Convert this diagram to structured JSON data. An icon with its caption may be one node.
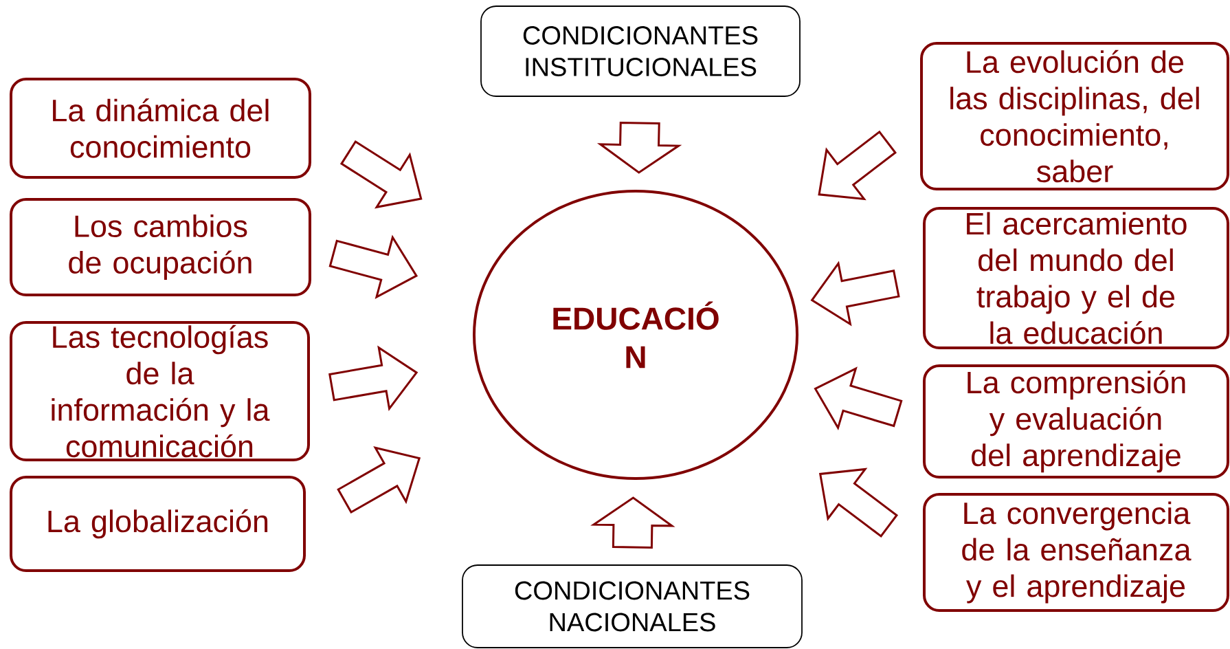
{
  "diagram": {
    "nodes": [
      {
        "text": [
          "CONDICIONANTES INSTITUCIONALES"
        ]
      },
      {
        "text": [
          "La dinámica del conocimiento"
        ]
      },
      {
        "text": [
          "Los cambios de ocupación"
        ]
      },
      {
        "text": [
          "Las tecnologías de la información y la comunicación"
        ]
      },
      {
        "text": [
          "La globalización"
        ]
      },
      {
        "text": [
          "La evolución de las disciplinas, del conocimiento, saber"
        ]
      },
      {
        "text": [
          "El acercamiento del mundo del trabajo y el de la educación"
        ]
      },
      {
        "text": [
          "La comprensión y evaluación del aprendizaje"
        ]
      },
      {
        "text": [
          "La convergencia de la enseñanza y el aprendizaje"
        ]
      },
      {
        "text": [
          "EDUCACIÓ N"
        ]
      },
      {
        "text": [
          "CONDICIONANTES NACIONALES"
        ]
      }
    ],
    "edges": [
      {
        "from": 0,
        "to": 9,
        "arrow": "to"
      },
      {
        "from": 1,
        "to": 9,
        "arrow": "to"
      },
      {
        "from": 2,
        "to": 9,
        "arrow": "to"
      },
      {
        "from": 3,
        "to": 9,
        "arrow": "to"
      },
      {
        "from": 4,
        "to": 9,
        "arrow": "to"
      },
      {
        "from": 5,
        "to": 9,
        "arrow": "to"
      },
      {
        "from": 6,
        "to": 9,
        "arrow": "to"
      },
      {
        "from": 7,
        "to": 9,
        "arrow": "to"
      },
      {
        "from": 8,
        "to": 9,
        "arrow": "to"
      },
      {
        "from": 10,
        "to": 9,
        "arrow": "to"
      }
    ]
  }
}
